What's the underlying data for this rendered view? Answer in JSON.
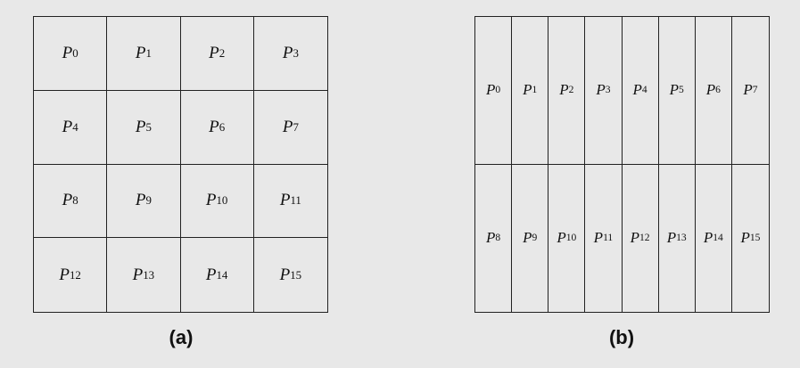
{
  "diagram_a": {
    "caption": "(a)",
    "columns": 4,
    "rows": 4,
    "cells": [
      {
        "base": "P",
        "sub": "0"
      },
      {
        "base": "P",
        "sub": "1"
      },
      {
        "base": "P",
        "sub": "2"
      },
      {
        "base": "P",
        "sub": "3"
      },
      {
        "base": "P",
        "sub": "4"
      },
      {
        "base": "P",
        "sub": "5"
      },
      {
        "base": "P",
        "sub": "6"
      },
      {
        "base": "P",
        "sub": "7"
      },
      {
        "base": "P",
        "sub": "8"
      },
      {
        "base": "P",
        "sub": "9"
      },
      {
        "base": "P",
        "sub": "10"
      },
      {
        "base": "P",
        "sub": "11"
      },
      {
        "base": "P",
        "sub": "12"
      },
      {
        "base": "P",
        "sub": "13"
      },
      {
        "base": "P",
        "sub": "14"
      },
      {
        "base": "P",
        "sub": "15"
      }
    ]
  },
  "diagram_b": {
    "caption": "(b)",
    "columns": 8,
    "rows": 2,
    "cells": [
      {
        "base": "P",
        "sub": "0"
      },
      {
        "base": "P",
        "sub": "1"
      },
      {
        "base": "P",
        "sub": "2"
      },
      {
        "base": "P",
        "sub": "3"
      },
      {
        "base": "P",
        "sub": "4"
      },
      {
        "base": "P",
        "sub": "5"
      },
      {
        "base": "P",
        "sub": "6"
      },
      {
        "base": "P",
        "sub": "7"
      },
      {
        "base": "P",
        "sub": "8"
      },
      {
        "base": "P",
        "sub": "9"
      },
      {
        "base": "P",
        "sub": "10"
      },
      {
        "base": "P",
        "sub": "11"
      },
      {
        "base": "P",
        "sub": "12"
      },
      {
        "base": "P",
        "sub": "13"
      },
      {
        "base": "P",
        "sub": "14"
      },
      {
        "base": "P",
        "sub": "15"
      }
    ]
  }
}
